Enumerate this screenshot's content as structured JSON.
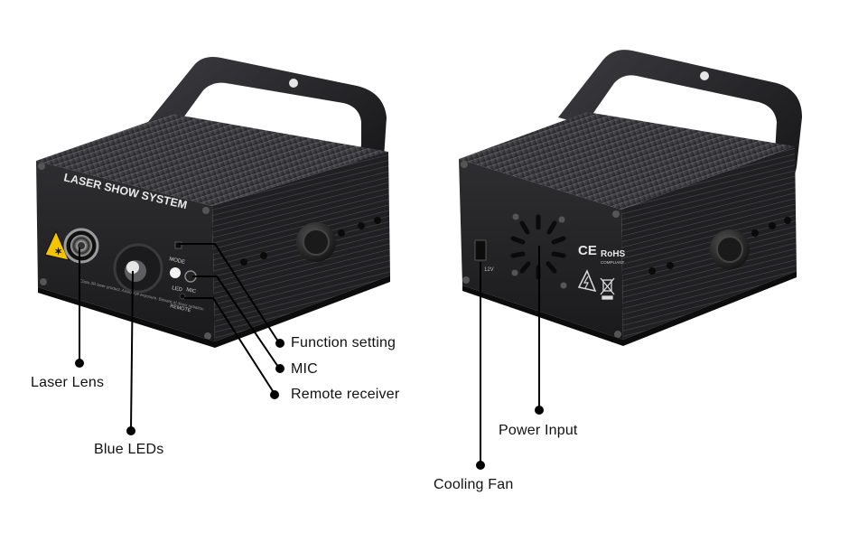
{
  "front_unit": {
    "panel_title": "LASER SHOW SYSTEM",
    "mode_label": "MODE",
    "led_label": "LED",
    "mic_label": "MIC",
    "remote_label": "REMOTE",
    "warning_fine_print": "Class 3R laser product. Avoid eye exposure. Beware of direct radiation"
  },
  "back_unit": {
    "voltage_label": "12V",
    "ce_mark": "CE",
    "rohs_mark": "RoHS",
    "rohs_sub": "COMPLIANT"
  },
  "callouts": {
    "function_setting": "Function setting",
    "mic": "MIC",
    "remote_receiver": "Remote receiver",
    "laser_lens": "Laser Lens",
    "blue_leds": "Blue LEDs",
    "power_input": "Power Input",
    "cooling_fan": "Cooling Fan"
  },
  "colors": {
    "body_dark": "#1c1c1e",
    "body_mid": "#2c2c2f",
    "fin_highlight": "#5a5a5e",
    "leader_line": "#000000",
    "warning_yellow": "#f5c400"
  }
}
